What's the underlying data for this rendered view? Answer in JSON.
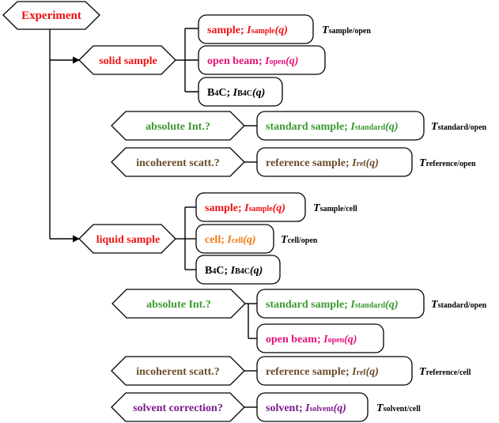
{
  "colors": {
    "red": "#ee1111",
    "magenta": "#e4127a",
    "green": "#3b9a2f",
    "brown": "#6b4c2a",
    "orange": "#f07a10",
    "purple": "#7a1a8c",
    "black": "#000000"
  },
  "nodes": {
    "experiment": {
      "label": "Experiment"
    },
    "solid_sample": {
      "label": "solid sample"
    },
    "liquid_sample": {
      "label": "liquid sample"
    },
    "solid": {
      "sample": {
        "label": "sample; ",
        "sym": "I",
        "sub": "sample",
        "arg": "(q)",
        "t_sub": "sample/open"
      },
      "open_beam": {
        "label": "open beam; ",
        "sym": "I",
        "sub": "open",
        "arg": "(q)"
      },
      "b4c": {
        "label_pre": "B",
        "label_sub": "4",
        "label_post": "C; ",
        "sym": "I",
        "sub": "B4C",
        "arg": "(q)"
      },
      "absolute_int": {
        "label": "absolute Int.?"
      },
      "standard_sample": {
        "label": "standard sample; ",
        "sym": "I",
        "sub": "standard",
        "arg": "(q)",
        "t_sub": "standard/open"
      },
      "incoherent": {
        "label": "incoherent scatt.?"
      },
      "reference_sample": {
        "label": "reference sample; ",
        "sym": "I",
        "sub": "ref",
        "arg": "(q)",
        "t_sub": "reference/open"
      }
    },
    "liquid": {
      "sample": {
        "label": "sample; ",
        "sym": "I",
        "sub": "sample",
        "arg": "(q)",
        "t_sub": "sample/cell"
      },
      "cell": {
        "label": "cell; ",
        "sym": "I",
        "sub": "cell",
        "arg": "(q)",
        "t_sub": "cell/open"
      },
      "b4c": {
        "label_pre": "B",
        "label_sub": "4",
        "label_post": "C; ",
        "sym": "I",
        "sub": "B4C",
        "arg": "(q)"
      },
      "absolute_int": {
        "label": "absolute Int.?"
      },
      "standard_sample": {
        "label": "standard sample; ",
        "sym": "I",
        "sub": "standard",
        "arg": "(q)",
        "t_sub": "standard/open"
      },
      "open_beam": {
        "label": "open beam; ",
        "sym": "I",
        "sub": "open",
        "arg": "(q)"
      },
      "incoherent": {
        "label": "incoherent scatt.?"
      },
      "reference_sample": {
        "label": "reference sample; ",
        "sym": "I",
        "sub": "ref",
        "arg": "(q)",
        "t_sub": "reference/cell"
      },
      "solvent_correction": {
        "label": "solvent correction?"
      },
      "solvent": {
        "label": "solvent; ",
        "sym": "I",
        "sub": "solvent",
        "arg": "(q)",
        "t_sub": "solvent/cell"
      }
    }
  },
  "transmission_symbol": "T"
}
